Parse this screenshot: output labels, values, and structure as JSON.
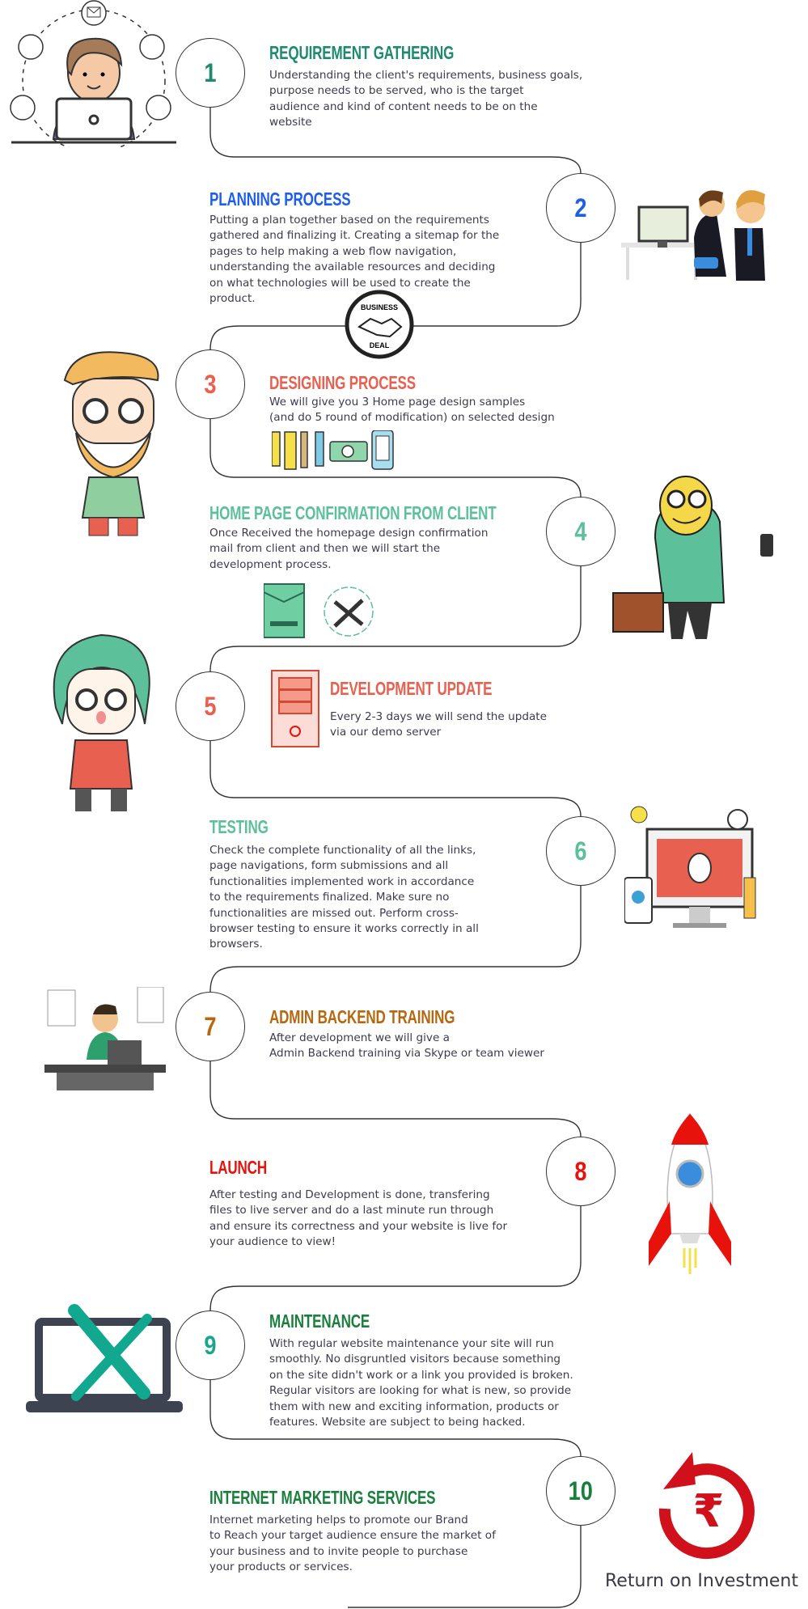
{
  "steps": [
    {
      "number": "1",
      "title": "REQUIREMENT GATHERING",
      "color": "#1e8a6e",
      "number_color": "#1e8a6e",
      "body": [
        "Understanding the client's requirements, business goals,",
        "purpose needs to be served, who is the target",
        "audience and kind of content needs to be on the",
        "website"
      ]
    },
    {
      "number": "2",
      "title": "PLANNING PROCESS",
      "color": "#1f5ee6",
      "number_color": "#1f5ee6",
      "body": [
        "Putting a plan together based on the requirements",
        "gathered and finalizing it. Creating a sitemap for the",
        "pages to help making a web flow navigation,",
        "understanding the available resources and deciding",
        "on what technologies will be used to create the",
        "product."
      ]
    },
    {
      "number": "3",
      "title": "DESIGNING PROCESS",
      "color": "#e8604f",
      "number_color": "#e8604f",
      "body": [
        "We will give you 3 Home page design samples",
        "(and do 5 round of modification) on selected design"
      ]
    },
    {
      "number": "4",
      "title": "HOME PAGE CONFIRMATION FROM CLIENT",
      "color": "#5cc09a",
      "number_color": "#5cc09a",
      "body": [
        "Once Received the homepage design confirmation",
        "mail from client and then we will start the",
        "development process."
      ]
    },
    {
      "number": "5",
      "title": "DEVELOPMENT UPDATE",
      "color": "#e8604f",
      "number_color": "#e8604f",
      "body": [
        "Every 2-3 days we will send the update",
        "via our demo server"
      ]
    },
    {
      "number": "6",
      "title": "TESTING",
      "color": "#5cc09a",
      "number_color": "#5cc09a",
      "body": [
        "Check the complete functionality of all the links,",
        "page navigations, form submissions and all",
        "functionalities implemented work in accordance",
        "to the requirements finalized. Make sure no",
        "functionalities are missed out. Perform cross-",
        "browser testing to ensure it works correctly in all",
        "browsers."
      ]
    },
    {
      "number": "7",
      "title": "ADMIN BACKEND TRAINING",
      "color": "#b5680f",
      "number_color": "#b5680f",
      "body": [
        "After development we will give a",
        "Admin Backend training via Skype or team viewer"
      ]
    },
    {
      "number": "8",
      "title": "LAUNCH",
      "color": "#e8120c",
      "number_color": "#e8120c",
      "body": [
        "After testing and Development is done, transfering",
        "files to live server and do a last minute run through",
        "and ensure its correctness and your website is live for",
        "your audience to view!"
      ]
    },
    {
      "number": "9",
      "title": "MAINTENANCE",
      "color": "#1a7f3c",
      "number_color": "#1aa58c",
      "body": [
        "With regular website maintenance your site will run",
        "smoothly. No disgruntled visitors because something",
        "on the site didn't work or a link you provided is broken.",
        "Regular visitors are looking for what is new, so provide",
        "them with new and exciting information, products or",
        "features. Website are subject to being hacked."
      ]
    },
    {
      "number": "10",
      "title": "INTERNET MARKETING SERVICES",
      "color": "#1a7f3c",
      "number_color": "#1a7f3c",
      "body": [
        "Internet marketing helps to promote our Brand",
        "to Reach your target audience ensure the market of",
        "your business and to invite people to purchase",
        "your products or services."
      ]
    }
  ],
  "badge": {
    "top": "BUSINESS",
    "bottom": "DEAL"
  },
  "roi_label": "Return on Investment",
  "roi_color": "#d0101a",
  "line_color": "#333333"
}
